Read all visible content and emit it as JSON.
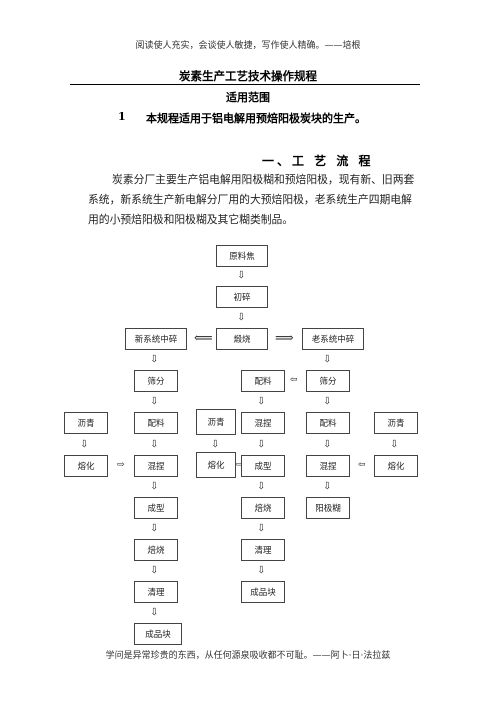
{
  "header": {
    "quote": "阅读使人充实，会谈使人敏捷，写作使人精确。——培根"
  },
  "doc": {
    "title": "炭素生产工艺技术操作规程",
    "subtitle": "适用范围",
    "scope_number": "1",
    "scope_text": "本规程适用于铝电解用预焙阳极炭块的生产。",
    "section_heading": "一、工 艺 流 程",
    "paragraph": "炭素分厂主要生产铝电解用阳极糊和预焙阳极，现有新、旧两套系统，新系统生产新电解分厂用的大预焙阳极，老系统生产四期电解用的小预焙阳极和阳极糊及其它糊类制品。"
  },
  "flow": {
    "raw_coke": "原料焦",
    "crush": "初碎",
    "calcine": "煅烧",
    "new_crush": "新系统中碎",
    "old_crush": "老系统中碎",
    "left_sieve": "筛分",
    "mid_batch": "配料",
    "right_sieve": "筛分",
    "pitch_left": "沥青",
    "left_batch": "配料",
    "pitch_mid": "沥青",
    "mid_knead": "混捏",
    "right_batch": "配料",
    "pitch_right": "沥青",
    "melt_left": "熔化",
    "left_knead": "混捏",
    "melt_mid": "熔化",
    "mid_form": "成型",
    "right_knead": "混捏",
    "melt_right": "熔化",
    "left_form": "成型",
    "mid_bake": "焙烧",
    "anode_paste": "阳极糊",
    "left_bake": "焙烧",
    "mid_clean": "清理",
    "left_clean": "清理",
    "mid_product": "成品块",
    "left_product": "成品块",
    "arrow_down": "⇩",
    "arrow_left": "⟸",
    "arrow_right": "⟹",
    "arrow_small_left": "⇦",
    "arrow_small_right": "⇨"
  },
  "footer": {
    "quote": "学问是异常珍贵的东西，从任何源泉吸收都不可耻。——阿卜·日·法拉兹"
  }
}
